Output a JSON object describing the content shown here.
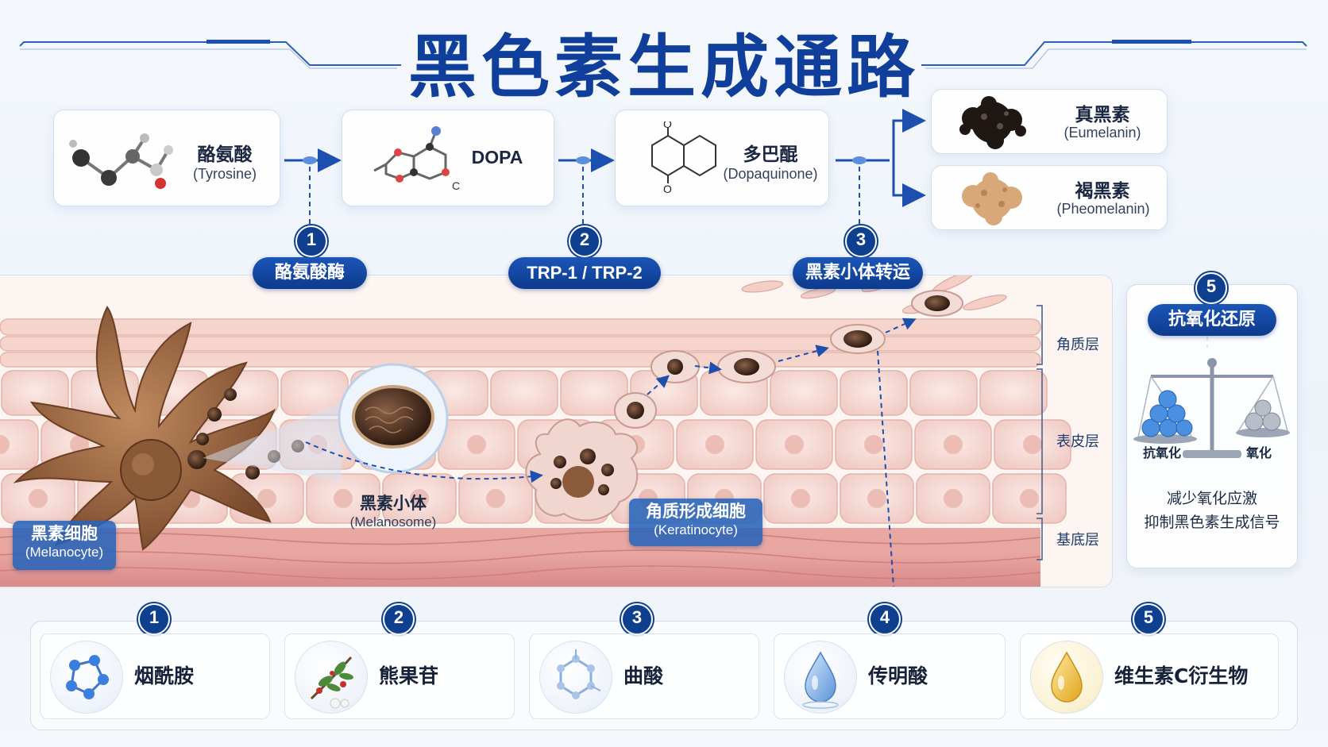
{
  "title": "黑色素生成通路",
  "molecules": [
    {
      "cn": "酪氨酸",
      "en": "(Tyrosine)"
    },
    {
      "cn": "DOPA",
      "en": ""
    },
    {
      "cn": "多巴醌",
      "en": "(Dopaquinone)"
    },
    {
      "cn": "真黑素",
      "en": "(Eumelanin)"
    },
    {
      "cn": "褐黑素",
      "en": "(Pheomelanin)"
    }
  ],
  "steps": [
    {
      "num": "1",
      "label": "酪氨酸酶"
    },
    {
      "num": "2",
      "label": "TRP-1 / TRP-2"
    },
    {
      "num": "3",
      "label": "黑素小体转运"
    },
    {
      "num": "5",
      "label": "抗氧化还原"
    }
  ],
  "skin_layers": [
    "角质层",
    "表皮层",
    "基底层"
  ],
  "cells": {
    "melanocyte": {
      "cn": "黑素细胞",
      "en": "(Melanocyte)"
    },
    "melanosome": {
      "cn": "黑素小体",
      "en": "(Melanosome)"
    },
    "keratinocyte": {
      "cn": "角质形成细胞",
      "en": "(Keratinocyte)"
    }
  },
  "antioxidant": {
    "left": "抗氧化",
    "right": "氧化",
    "desc1": "减少氧化应激",
    "desc2": "抑制黑色素生成信号"
  },
  "ingredients": [
    {
      "num": "1",
      "name": "烟酰胺"
    },
    {
      "num": "2",
      "name": "熊果苷"
    },
    {
      "num": "3",
      "name": "曲酸"
    },
    {
      "num": "4",
      "name": "传明酸"
    },
    {
      "num": "5",
      "name": "维生素C衍生物"
    }
  ],
  "colors": {
    "primary": "#0f3f9a",
    "accent": "#1c56b8",
    "skin": "#f2c9c0",
    "melanin": "#4a2a18"
  }
}
